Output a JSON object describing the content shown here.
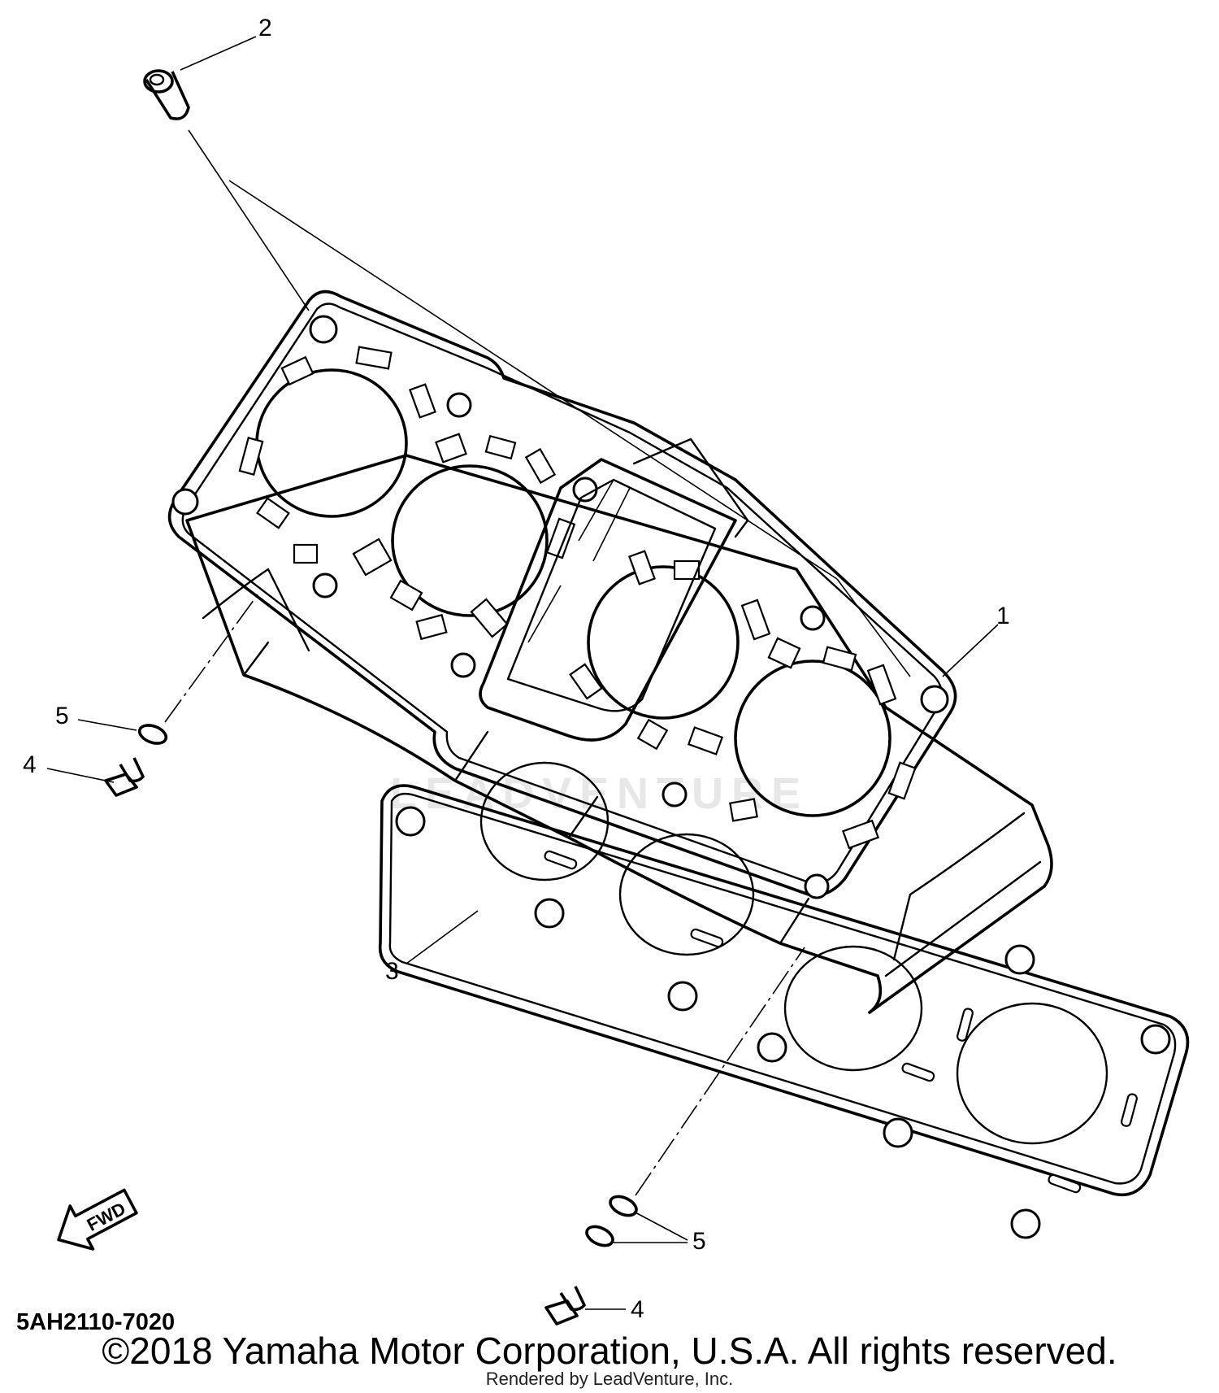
{
  "diagram": {
    "document_code": "5AH2110-7020",
    "copyright": "©2018 Yamaha Motor Corporation, U.S.A. All rights reserved.",
    "rendered_by": "Rendered by LeadVenture, Inc.",
    "watermark": "LEADVENTURE",
    "fwd_label": "FWD",
    "callouts": [
      {
        "id": "c1",
        "label": "1"
      },
      {
        "id": "c2",
        "label": "2"
      },
      {
        "id": "c3",
        "label": "3"
      },
      {
        "id": "c4a",
        "label": "4"
      },
      {
        "id": "c4b",
        "label": "4"
      },
      {
        "id": "c5a",
        "label": "5"
      },
      {
        "id": "c5b",
        "label": "5"
      }
    ]
  }
}
